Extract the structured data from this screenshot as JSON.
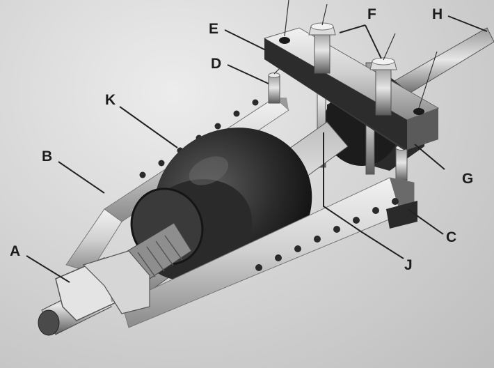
{
  "callouts": {
    "a": "A",
    "b": "B",
    "c": "C",
    "d": "D",
    "e": "E",
    "f": "F",
    "g": "G",
    "h": "H",
    "j": "J",
    "k": "K"
  }
}
